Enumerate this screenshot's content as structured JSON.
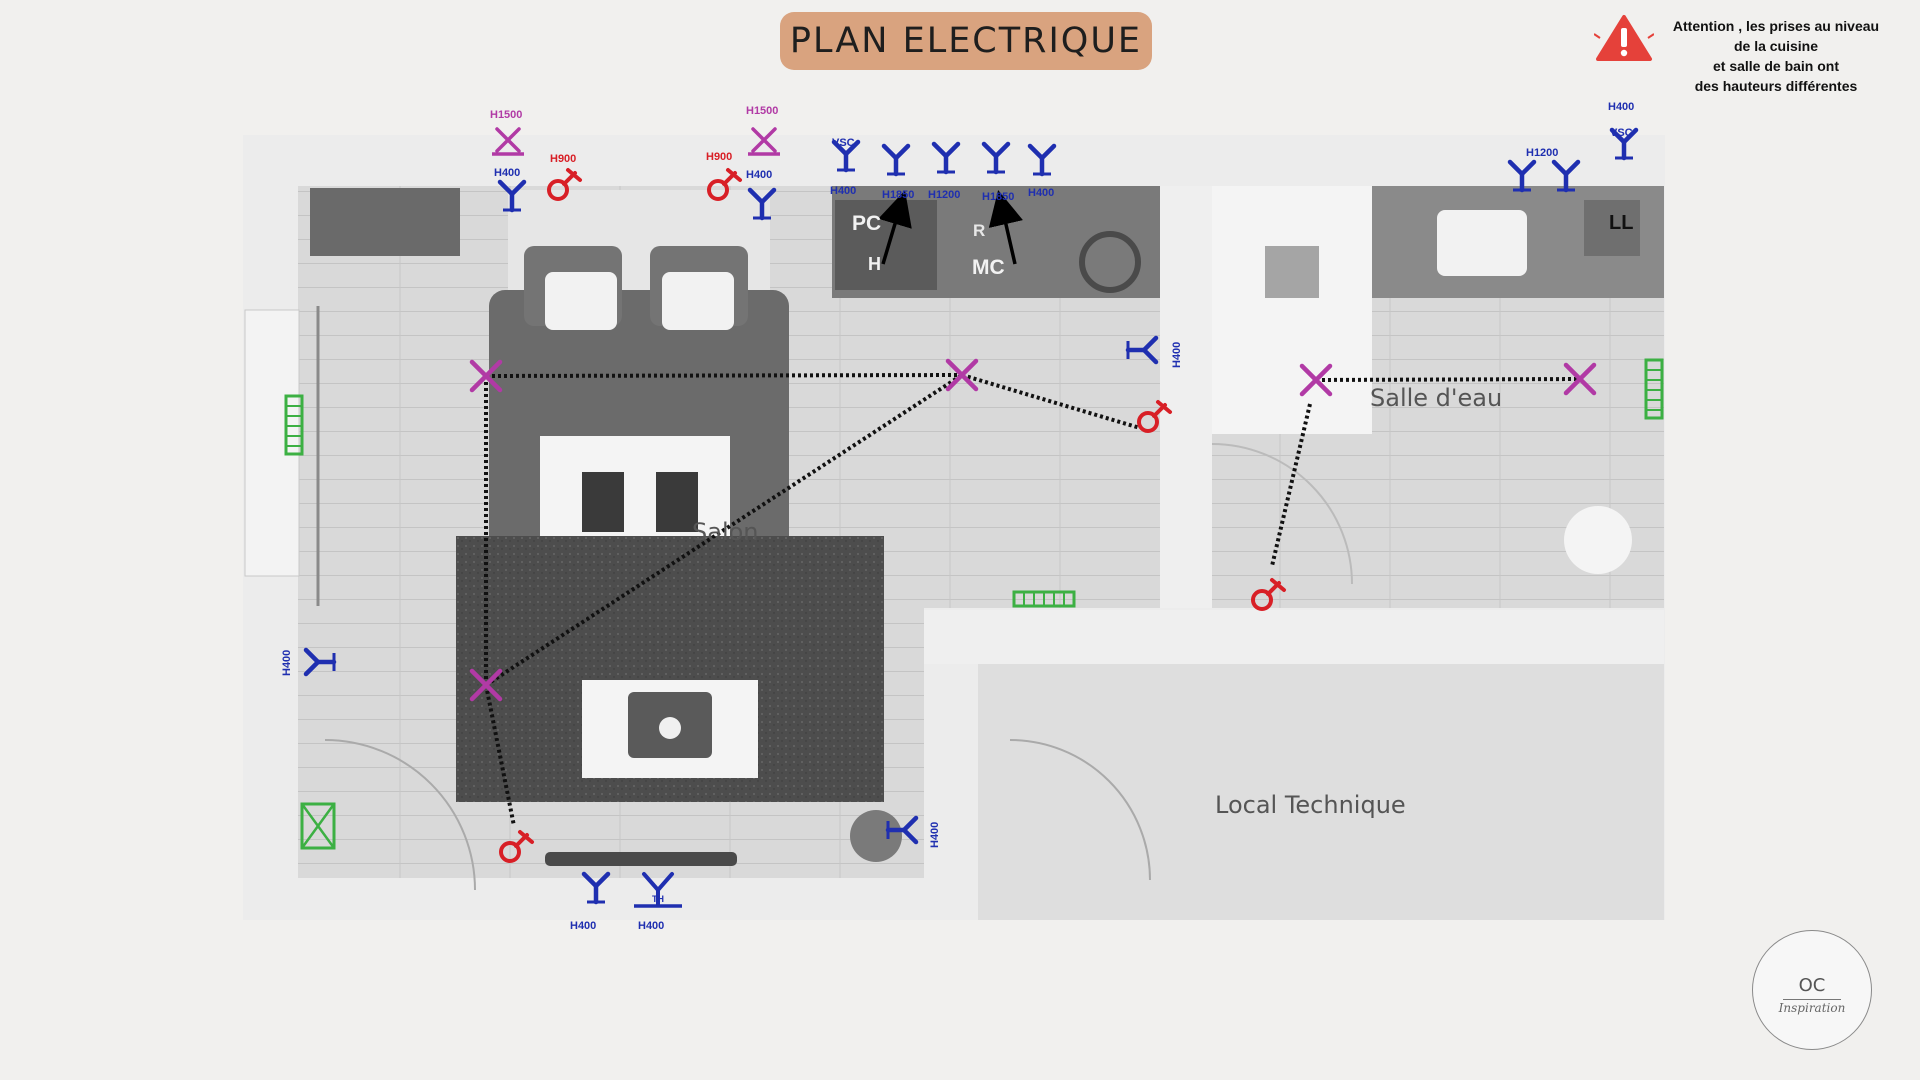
{
  "title": "PLAN ELECTRIQUE",
  "warning": {
    "icon": "warning-triangle-icon",
    "lines": [
      "Attention , les prises au niveau",
      "de la cuisine",
      "et salle de bain ont",
      "des hauteurs différentes"
    ]
  },
  "rooms": {
    "salon": "Salon",
    "salle_eau": "Salle d'eau",
    "local_technique": "Local Technique"
  },
  "appliances": {
    "pc": "PC",
    "h": "H",
    "r": "R",
    "mc": "MC",
    "ll": "LL"
  },
  "heights": {
    "bed_left_switch": "H1500",
    "bed_right_switch": "H1500",
    "bed_left_outlet": "H400",
    "bed_left_light": "H900",
    "bed_right_light": "H900",
    "bed_right_outlet": "H400",
    "kitchen_1": "H400",
    "kitchen_2": "H1850",
    "kitchen_3": "H1200",
    "kitchen_4": "H1850",
    "kitchen_5": "H400",
    "bath_pair": "H1200",
    "bath_vsc": "H400",
    "wall_right": "H400",
    "wall_left": "H400",
    "tv_1": "H400",
    "tv_2": "H400",
    "corner": "H400"
  },
  "symbols": {
    "vsc_kitchen": "VSC",
    "vsc_bath": "VSC",
    "tel": "TH"
  },
  "logo": {
    "line1": "OC",
    "line2": "Inspiration"
  },
  "colors": {
    "outlet": "#1f2fb0",
    "light": "#d81f26",
    "switch": "#b13aa5",
    "radiator": "#3cb043",
    "title_bg": "#d9a37f",
    "warning": "#e5413a"
  }
}
